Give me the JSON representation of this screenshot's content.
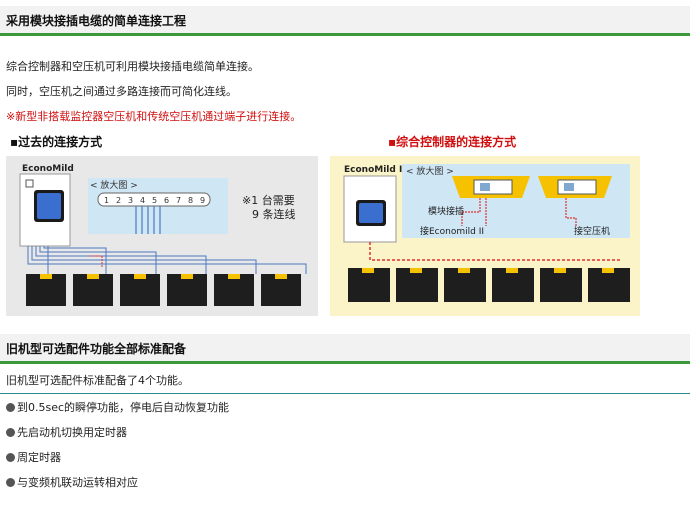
{
  "section1": {
    "title": "采用模块接插电缆的简单连接工程",
    "p1": "综合控制器和空压机可利用模块接插电缆简单连接。",
    "p2": "同时，空压机之间通过多路连接而可简化连线。",
    "note": "※新型非搭载监控器空压机和传统空压机通过端子进行连接。"
  },
  "figure": {
    "left_title": "▪过去的连接方式",
    "right_title": "▪综合控制器的连接方式",
    "left_device": "EconoMild",
    "right_device": "EconoMild II",
    "zoom_label": "< 放大图 >",
    "zoom_label_right": "< 放大图 >",
    "left_numbers": [
      "1",
      "2",
      "3",
      "4",
      "5",
      "6",
      "7",
      "8",
      "9"
    ],
    "left_note_line1": "※1 台需要",
    "left_note_line2": "9 条连线",
    "right_label_module": "模块接插",
    "right_label_econo": "接Economild II",
    "right_label_comp": "接空压机",
    "colors": {
      "left_bg": "#e8e8e8",
      "right_bg": "#fbf4c8",
      "zoom_bg": "#cfe6f5",
      "unit_yellow": "#f6c200",
      "cable_red": "#e03030",
      "cable_blue": "#4a78c0"
    }
  },
  "section2": {
    "title": "旧机型可选配件功能全部标准配备",
    "intro": "旧机型可选配件标准配备了4个功能。",
    "bullets": [
      "到0.5sec的瞬停功能，停电后自动恢复功能",
      "先启动机切换用定时器",
      "周定时器",
      "与变频机联动运转相对应"
    ]
  }
}
